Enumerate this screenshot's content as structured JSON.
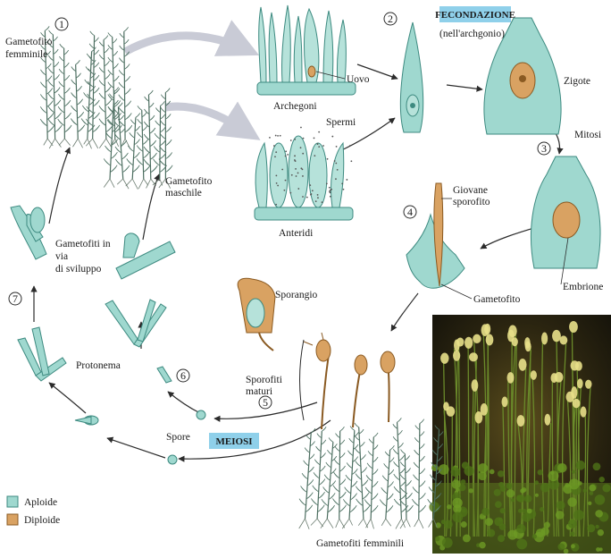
{
  "labels": {
    "gametofito_femminile": [
      "Gametofito",
      "femminile"
    ],
    "gametofito_maschile": [
      "Gametofito",
      "maschile"
    ],
    "gametofiti_sviluppo": [
      "Gametofiti in",
      "via",
      "di sviluppo"
    ],
    "protonema": "Protonema",
    "spore": "Spore",
    "archegoni": "Archegoni",
    "uovo": "Uovo",
    "spermi": "Spermi",
    "anteridi": "Anteridi",
    "fecondazione_sub": "(nell'archgonio)",
    "zigote": "Zigote",
    "mitosi": "Mitosi",
    "embrione": "Embrione",
    "giovane_sporofito": [
      "Giovane",
      "sporofito"
    ],
    "gametofito": "Gametofito",
    "sporangio": "Sporangio",
    "sporofiti_maturi": [
      "Sporofiti",
      "maturi"
    ],
    "gametofiti_femminili": "Gametofiti femminili"
  },
  "boxed": {
    "fecondazione": "FECONDAZIONE",
    "meiosi": "MEIOSI"
  },
  "steps": [
    "1",
    "2",
    "3",
    "4",
    "5",
    "6",
    "7"
  ],
  "legend": [
    {
      "label": "Aploide",
      "color": "#9fd8cf"
    },
    {
      "label": "Diploide",
      "color": "#d9a262"
    }
  ],
  "colors": {
    "haploid": "#9fd8cf",
    "haploid_dark": "#3d8a80",
    "diploid": "#d9a262",
    "diploid_dark": "#8a5a22",
    "boxed_bg": "#8fd0ea",
    "leaf": "#8fb3a3",
    "leaf_dark": "#4c6e60",
    "root": "#6a7b6f"
  }
}
